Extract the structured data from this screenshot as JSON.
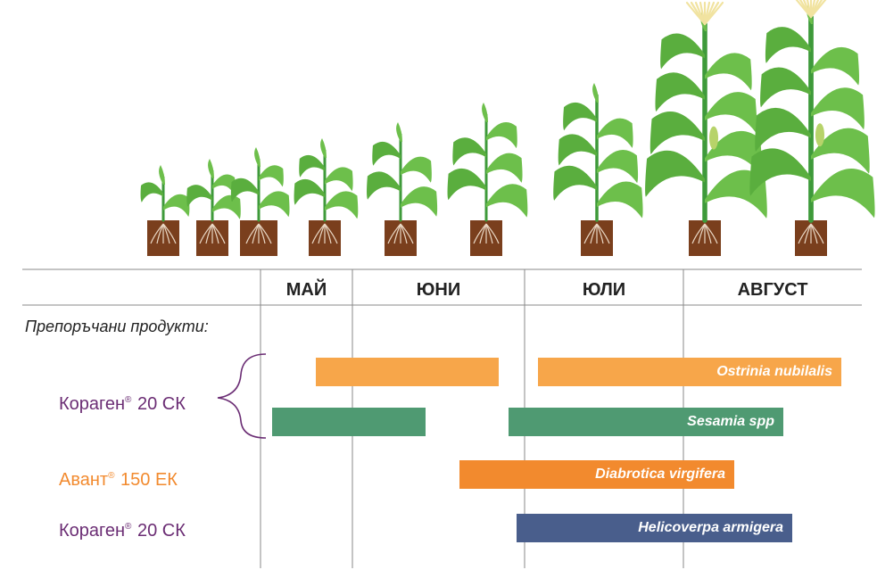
{
  "section_label": "Препоръчани продукти:",
  "months": [
    "МАЙ",
    "ЮНИ",
    "ЮЛИ",
    "АВГУСТ"
  ],
  "products": [
    {
      "name": "Кораген",
      "mark": "®",
      "dose": "20 СК",
      "color": "#6b2d74"
    },
    {
      "name": "Авант",
      "mark": "®",
      "dose": "150 ЕК",
      "color": "#f28a2e"
    },
    {
      "name": "Кораген",
      "mark": "®",
      "dose": "20 СК",
      "color": "#6b2d74"
    }
  ],
  "pests": [
    {
      "label": "Ostrinia nubilalis",
      "color": "#f7a64a"
    },
    {
      "label": "Sesamia spp",
      "color": "#4f9a72"
    },
    {
      "label": "Diabrotica virgifera",
      "color": "#f28a2e"
    },
    {
      "label": "Helicoverpa armigera",
      "color": "#495e8c"
    }
  ],
  "colors": {
    "stem": "#3e9a3a",
    "leaf": "#6dbf4b",
    "soil": "#7a3f1d",
    "tassel": "#f1e3a0",
    "grid": "#888888"
  }
}
